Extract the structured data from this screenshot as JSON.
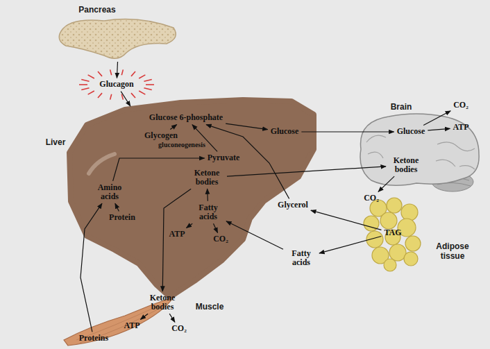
{
  "diagram": {
    "nodes": [
      {
        "text": [
          "Pancreas"
        ]
      },
      {
        "text": [
          "Glucagon"
        ]
      },
      {
        "text": [
          "Liver"
        ]
      },
      {
        "text": [
          "Glucose 6-phosphate"
        ],
        "in": 2
      },
      {
        "text": [
          "Glycogen"
        ],
        "in": 2
      },
      {
        "text": [
          "Glucose"
        ],
        "in": 2
      },
      {
        "text": [
          "Pyruvate"
        ],
        "in": 2
      },
      {
        "text": [
          "Amino acids"
        ],
        "in": 2
      },
      {
        "text": [
          "Protein"
        ],
        "in": 2
      },
      {
        "text": [
          "Ketone bodies"
        ],
        "in": 2
      },
      {
        "text": [
          "Fatty acids"
        ],
        "in": 2
      },
      {
        "text": [
          "ATP"
        ],
        "in": 2
      },
      {
        "text": [
          "CO₂"
        ],
        "in": 2
      },
      {
        "text": [
          "Brain"
        ]
      },
      {
        "text": [
          "Glucose"
        ],
        "in": 13
      },
      {
        "text": [
          "CO₂"
        ]
      },
      {
        "text": [
          "ATP"
        ],
        "in": 13
      },
      {
        "text": [
          "Ketone bodies"
        ],
        "in": 13
      },
      {
        "text": [
          "CO₂"
        ]
      },
      {
        "text": [
          "Glycerol"
        ]
      },
      {
        "text": [
          "Adipose tissue"
        ]
      },
      {
        "text": [
          "TAG"
        ],
        "in": 20
      },
      {
        "text": [
          "Fatty acids"
        ]
      },
      {
        "text": [
          "Muscle"
        ]
      },
      {
        "text": [
          "Ketone bodies"
        ],
        "in": 23
      },
      {
        "text": [
          "ATP"
        ],
        "in": 23
      },
      {
        "text": [
          "CO₂"
        ],
        "in": 23
      },
      {
        "text": [
          "Proteins"
        ],
        "in": 23
      }
    ],
    "edges": [
      {
        "from": 0,
        "to": 1,
        "arrow": "to"
      },
      {
        "from": 1,
        "to": 2,
        "arrow": "to"
      },
      {
        "from": 4,
        "to": 3,
        "arrow": "to"
      },
      {
        "from": 3,
        "to": 5,
        "arrow": "to"
      },
      {
        "from": 6,
        "to": 3,
        "label": "gluconeogenesis",
        "arrow": "to"
      },
      {
        "from": 7,
        "to": 6,
        "arrow": "to"
      },
      {
        "from": 8,
        "to": 7,
        "arrow": "to"
      },
      {
        "from": 10,
        "to": 9,
        "arrow": "to"
      },
      {
        "from": 10,
        "to": 11,
        "arrow": "to"
      },
      {
        "from": 10,
        "to": 12,
        "arrow": "to"
      },
      {
        "from": 19,
        "to": 3,
        "arrow": "to"
      },
      {
        "from": 5,
        "to": 14,
        "arrow": "to"
      },
      {
        "from": 14,
        "to": 15,
        "arrow": "to"
      },
      {
        "from": 14,
        "to": 16,
        "arrow": "to"
      },
      {
        "from": 9,
        "to": 17,
        "arrow": "to"
      },
      {
        "from": 17,
        "to": 18,
        "arrow": "to"
      },
      {
        "from": 9,
        "to": 24,
        "arrow": "to"
      },
      {
        "from": 21,
        "to": 19,
        "arrow": "to"
      },
      {
        "from": 21,
        "to": 22,
        "arrow": "to"
      },
      {
        "from": 22,
        "to": 10,
        "arrow": "to"
      },
      {
        "from": 24,
        "to": 25,
        "arrow": "to"
      },
      {
        "from": 24,
        "to": 26,
        "arrow": "to"
      },
      {
        "from": 27,
        "to": 7,
        "arrow": "to"
      }
    ]
  }
}
